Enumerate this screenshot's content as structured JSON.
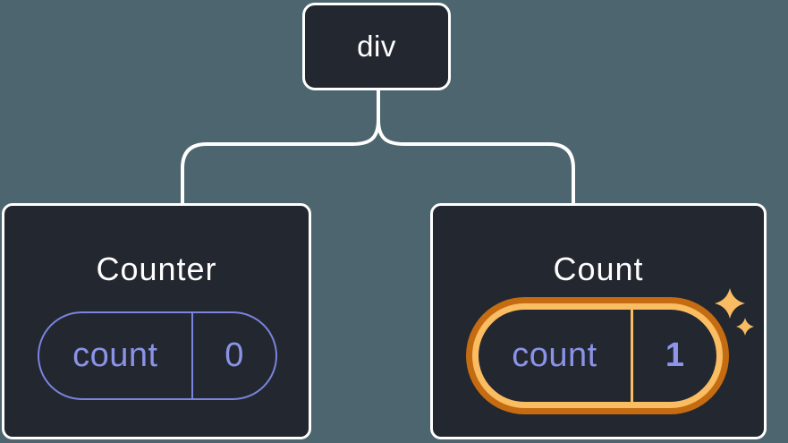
{
  "root_node": {
    "label": "div"
  },
  "cards": [
    {
      "title": "Counter",
      "state_key": "count",
      "state_value": "0",
      "highlighted": false
    },
    {
      "title": "Count",
      "state_key": "count",
      "state_value": "1",
      "highlighted": true
    }
  ],
  "icons": {
    "sparkles": "sparkles-icon"
  },
  "colors": {
    "background": "#4C656E",
    "node_fill": "#23272F",
    "connector_white": "#FFFFFF",
    "text_white": "#FFFFFF",
    "purple_text": "#8B93E8",
    "purple_border": "#7B84DE",
    "value_bold_purple": "#8D95EE",
    "orange_dark": "#C56C12",
    "orange_light": "#FABD62",
    "sparkle_gold": "#F9BC62"
  }
}
